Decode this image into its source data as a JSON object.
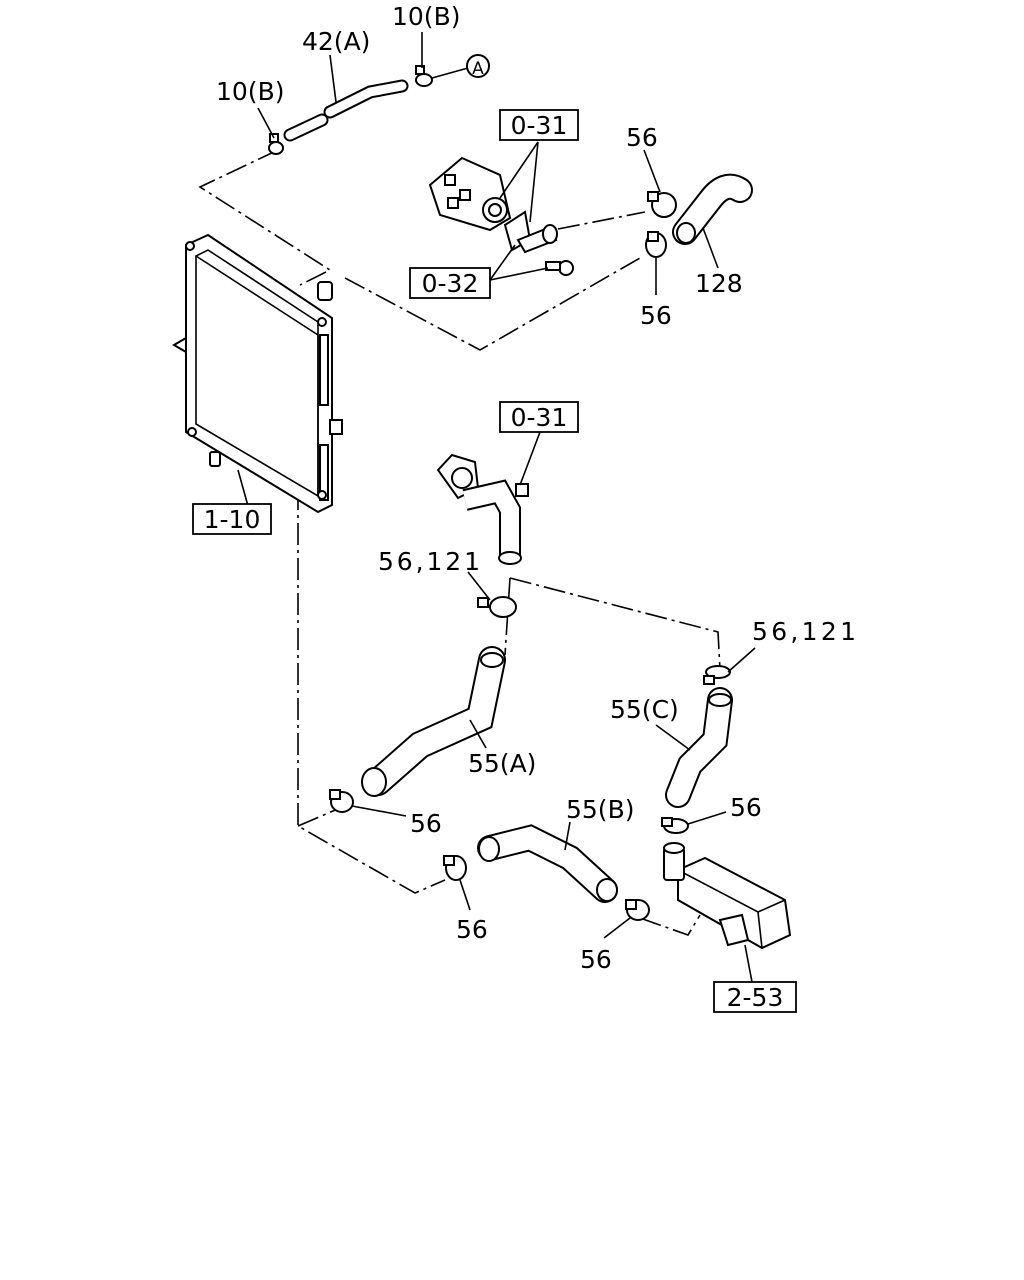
{
  "labels": {
    "p10b_top": "10(B)",
    "p42a": "42(A)",
    "p10b_left": "10(B)",
    "circle_a": "A",
    "ref_031_top": "0-31",
    "ref_032": "0-32",
    "p56_top": "56",
    "p128": "128",
    "p56_mid": "56",
    "ref_031_mid": "0-31",
    "ref_110": "1-10",
    "p56_121_left": "56,121",
    "p56_121_right": "56,121",
    "p55c": "55(C)",
    "p55a": "55(A)",
    "p55b": "55(B)",
    "p56_a": "56",
    "p56_b": "56",
    "p56_c": "56",
    "p56_d": "56",
    "ref_253": "2-53"
  }
}
